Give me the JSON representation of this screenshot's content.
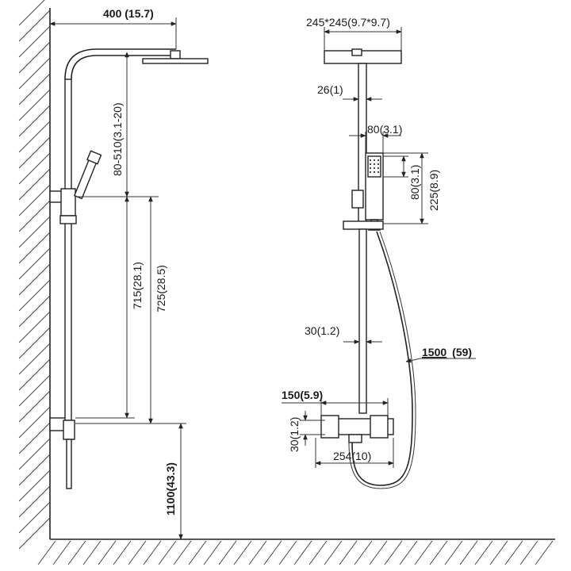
{
  "dimensions": {
    "width_total": "400 (15.7)",
    "arm_height": "80-510(3.1-20)",
    "rail_715": "715(28.1)",
    "rail_725": "725(28.5)",
    "floor_height": "1100(43.3)",
    "head_size": "245*245(9.7*9.7)",
    "pipe_26": "26(1)",
    "handset_80w": "80(3.1)",
    "handset_80h": "80(3.1)",
    "handset_225": "225(8.9)",
    "pipe_30": "30(1.2)",
    "hose_len": "1500",
    "hose_len_in": "(59)",
    "mixer_150": "150(5.9)",
    "mixer_30": "30(1.2)",
    "mixer_254": "254(10)"
  }
}
